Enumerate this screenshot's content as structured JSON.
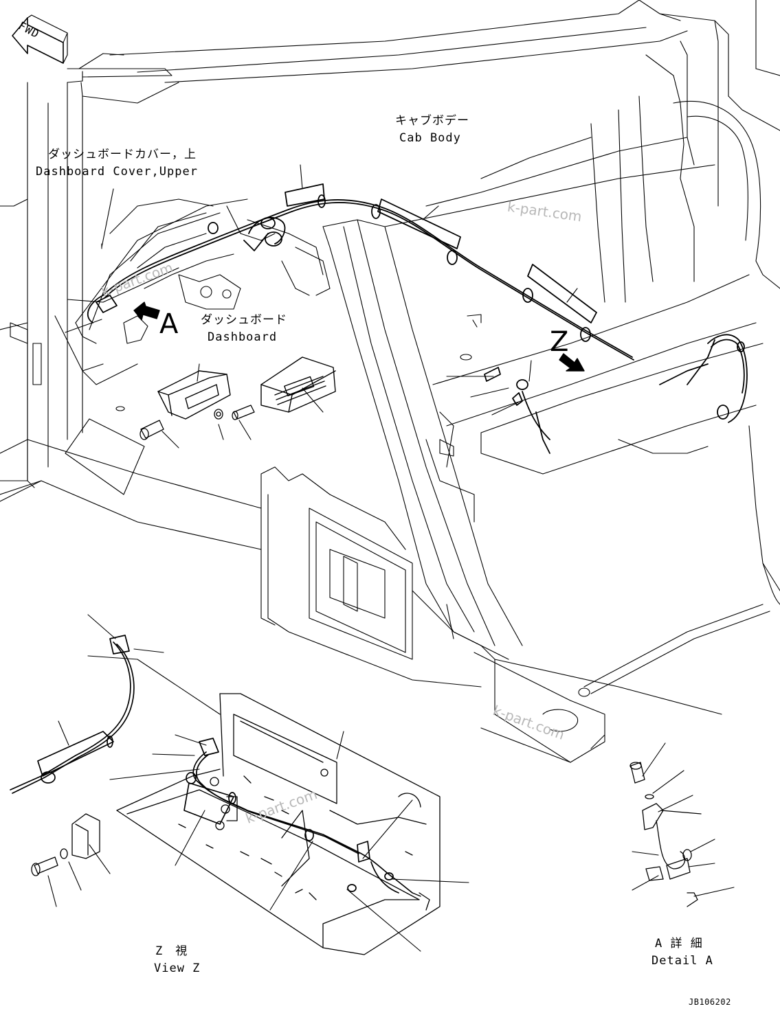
{
  "fwd_label": "FWD",
  "labels": {
    "cab_body_jp": "キャブボデー",
    "cab_body_en": "Cab Body",
    "dash_cover_jp": "ダッシュボードカバー，上",
    "dash_cover_en": "Dashboard Cover,Upper",
    "dashboard_jp": "ダッシュボード",
    "dashboard_en": "Dashboard",
    "view_letter_a": "A",
    "view_letter_z": "Z",
    "view_z_jp": "Z　視",
    "view_z_en": "View Z",
    "detail_a_jp": "A 詳 細",
    "detail_a_en": "Detail A",
    "drawing_no": "JB106202"
  },
  "watermarks": [
    "k-part.com",
    "k-part.com",
    "k-part.com",
    "k-part.com"
  ],
  "colors": {
    "line": "#000000",
    "watermark": "#b8b8b8",
    "background": "#ffffff"
  }
}
